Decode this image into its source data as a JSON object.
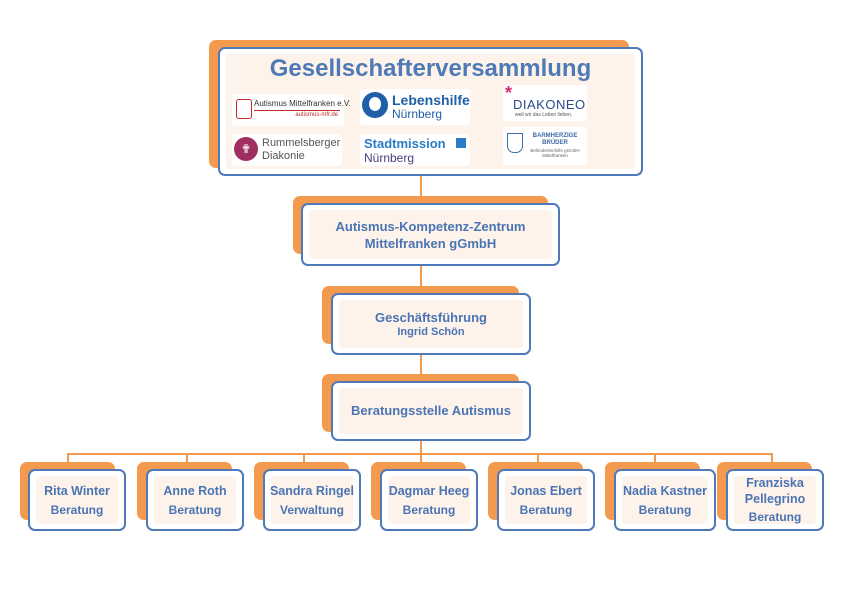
{
  "assembly": {
    "title": "Gesellschafterversammlung",
    "logos": [
      {
        "name": "Autismus Mittelfranken e.V.",
        "sub": "autismus-mfr.de"
      },
      {
        "name": "Lebenshilfe",
        "sub": "Nürnberg"
      },
      {
        "name": "DIAKONEO",
        "sub": "weil wir das Leben lieben."
      },
      {
        "name": "Rummelsberger",
        "sub": "Diakonie"
      },
      {
        "name": "Stadtmission",
        "sub": "Nürnberg"
      },
      {
        "name": "BARMHERZIGE BRÜDER",
        "sub": "Behindertenhilfe gGmbH Mittelfranken"
      }
    ]
  },
  "company": {
    "line1": "Autismus-Kompetenz-Zentrum",
    "line2": "Mittelfranken gGmbH"
  },
  "management": {
    "title": "Geschäftsführung",
    "person": "Ingrid Schön"
  },
  "counseling": {
    "title": "Beratungsstelle Autismus"
  },
  "staff": [
    {
      "name": "Rita Winter",
      "role": "Beratung"
    },
    {
      "name": "Anne Roth",
      "role": "Beratung"
    },
    {
      "name": "Sandra Ringel",
      "role": "Verwaltung"
    },
    {
      "name": "Dagmar Heeg",
      "role": "Beratung"
    },
    {
      "name": "Jonas Ebert",
      "role": "Beratung"
    },
    {
      "name": "Nadia Kastner",
      "role": "Beratung"
    },
    {
      "name": "Franziska Pellegrino",
      "role": "Beratung"
    }
  ],
  "colors": {
    "accent": "#f39a4e",
    "border": "#4f79b8",
    "text": "#4a74b4"
  }
}
